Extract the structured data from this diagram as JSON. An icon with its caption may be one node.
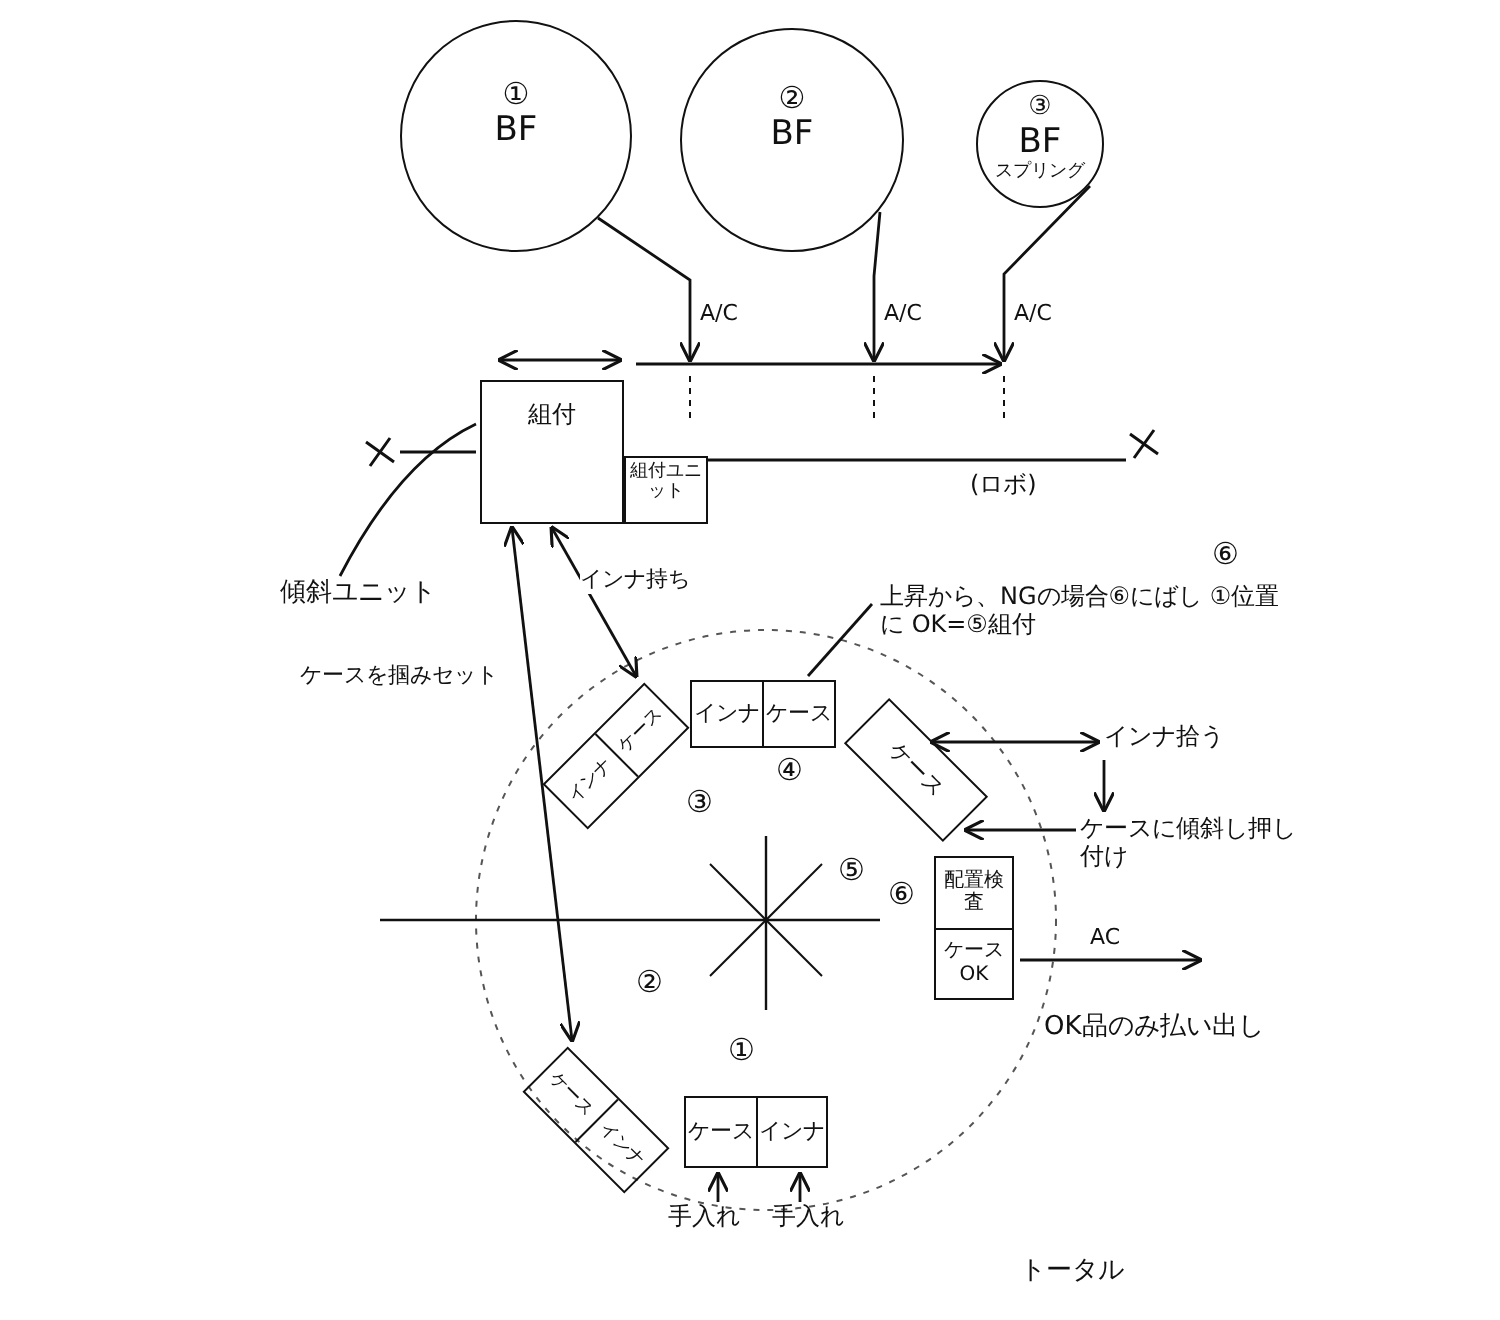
{
  "diagram": {
    "nodes": [
      {
        "text": [
          "①",
          "BF"
        ]
      },
      {
        "text": [
          "②",
          "BF"
        ]
      },
      {
        "text": [
          "③",
          "BF",
          "スプリング"
        ]
      },
      {
        "text": [
          "組付"
        ]
      },
      {
        "text": [
          "組付ユニット"
        ]
      },
      {
        "text": [
          "(ロボ)"
        ]
      },
      {
        "text": [
          "インナ",
          "ケース"
        ],
        "beside": [
          "④"
        ]
      },
      {
        "text": [
          "インナ",
          "ケース"
        ],
        "beside": [
          "③"
        ]
      },
      {
        "text": [
          "ケース"
        ],
        "beside": [
          "⑤"
        ]
      },
      {
        "text": [
          "配置検査",
          "ケース OK"
        ],
        "beside": [
          "⑥"
        ]
      },
      {
        "text": [
          "ケース",
          "インナ"
        ],
        "beside": [
          "②"
        ]
      },
      {
        "text": [
          "ケース",
          "インナ"
        ],
        "beside": [
          "①"
        ]
      },
      {
        "text": [
          "傾斜ユニット"
        ]
      },
      {
        "text": [
          "手入れ"
        ]
      },
      {
        "text": [
          "手入れ"
        ]
      },
      {
        "text": [
          "上昇から、NGの場合⑥にばし ①位置に OK=⑤組付"
        ]
      },
      {
        "text": [
          "インナ拾う"
        ]
      },
      {
        "text": [
          "ケースに傾斜し押し付け"
        ]
      },
      {
        "text": [],
        "shape": "cross"
      },
      {
        "text": [],
        "shape": "cross"
      }
    ],
    "edges": [
      {
        "from": 0,
        "to": null,
        "arrow": "to",
        "label": "A/C"
      },
      {
        "from": 1,
        "to": null,
        "arrow": "to",
        "label": "A/C"
      },
      {
        "from": 2,
        "to": null,
        "arrow": "to",
        "label": "A/C"
      },
      {
        "from": 10,
        "to": 3,
        "arrow": "both",
        "label": "ケースを掴みセット"
      },
      {
        "from": 7,
        "to": 3,
        "arrow": "both",
        "label": "インナ持ち"
      },
      {
        "from": 12,
        "to": 3,
        "arrow": "none"
      },
      {
        "from": 15,
        "to": 6,
        "arrow": "none"
      },
      {
        "from": 8,
        "to": 16,
        "arrow": "both"
      },
      {
        "from": 16,
        "to": 17,
        "arrow": "to"
      },
      {
        "from": 17,
        "to": 8,
        "arrow": "to"
      },
      {
        "from": 9,
        "to": null,
        "arrow": "to",
        "label": "AC"
      },
      {
        "from": 13,
        "to": 11,
        "arrow": "to"
      },
      {
        "from": 14,
        "to": 11,
        "arrow": "to"
      },
      {
        "from": 4,
        "to": 19,
        "arrow": "none"
      },
      {
        "from": 18,
        "to": 3,
        "arrow": "none"
      }
    ],
    "labels": [
      "⑥",
      "OK品のみ払い出し",
      "トータル"
    ]
  }
}
